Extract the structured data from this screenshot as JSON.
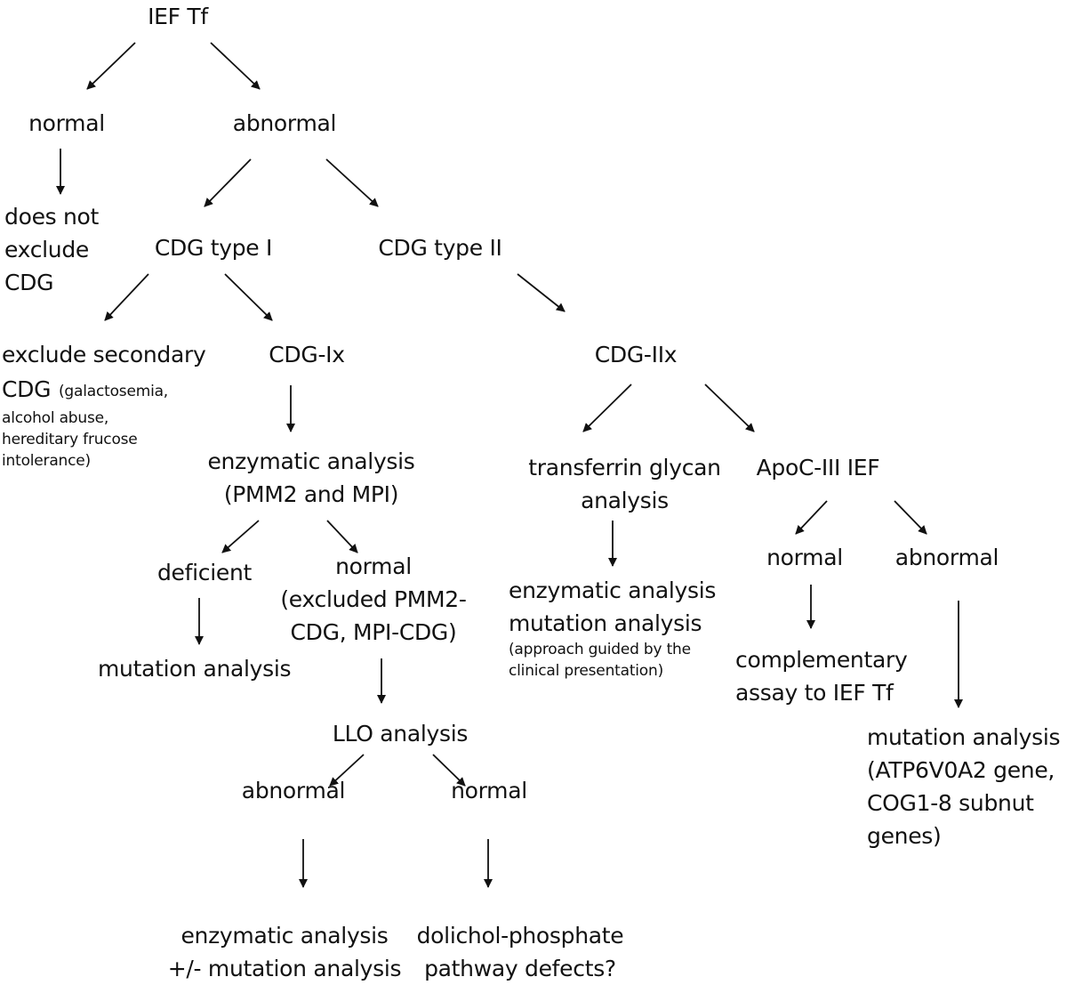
{
  "nodes": {
    "root": "IEF Tf",
    "normal_top": "normal",
    "abnormal_top": "abnormal",
    "not_exclude": "does not\nexclude\nCDG",
    "cdg1": "CDG type I",
    "cdg2": "CDG type II",
    "exclude_secondary": "exclude secondary",
    "cdg_word": "CDG",
    "secondary_note_1": "(galactosemia,",
    "secondary_note_2": "alcohol abuse,\nhereditary frucose\nintolerance)",
    "cdg1x": "CDG-Ix",
    "cdg2x": "CDG-IIx",
    "enzymatic_pmm": "enzymatic analysis\n(PMM2 and MPI)",
    "deficient": "deficient",
    "normal_excluded": "normal\n(excluded PMM2-\nCDG, MPI-CDG)",
    "mutation_analysis_1": "mutation analysis",
    "llo": "LLO analysis",
    "llo_abnormal": "abnormal",
    "llo_normal": "normal",
    "enzymatic_mutation": "enzymatic analysis\n+/- mutation analysis",
    "dolichol": "dolichol-phosphate\npathway defects?",
    "transferrin_glycan": "transferrin glycan\nanalysis",
    "apoc": "ApoC-III IEF",
    "enzymatic_mutation_2": "enzymatic analysis\nmutation analysis",
    "approach_note": "(approach guided by the\nclinical presentation)",
    "apoc_normal": "normal",
    "apoc_abnormal": "abnormal",
    "complementary": "complementary\nassay to IEF Tf",
    "mutation_atp": "mutation analysis\n(ATP6V0A2 gene,\nCOG1-8 subnut\ngenes)"
  },
  "arrows": [
    {
      "from": "root",
      "to": "normal_top"
    },
    {
      "from": "root",
      "to": "abnormal_top"
    },
    {
      "from": "normal_top",
      "to": "not_exclude"
    },
    {
      "from": "abnormal_top",
      "to": "cdg1"
    },
    {
      "from": "abnormal_top",
      "to": "cdg2"
    },
    {
      "from": "cdg1",
      "to": "exclude_secondary"
    },
    {
      "from": "cdg1",
      "to": "cdg1x"
    },
    {
      "from": "cdg2",
      "to": "cdg2x"
    },
    {
      "from": "cdg1x",
      "to": "enzymatic_pmm"
    },
    {
      "from": "enzymatic_pmm",
      "to": "deficient"
    },
    {
      "from": "enzymatic_pmm",
      "to": "normal_excluded"
    },
    {
      "from": "deficient",
      "to": "mutation_analysis_1"
    },
    {
      "from": "normal_excluded",
      "to": "llo"
    },
    {
      "from": "llo",
      "to": "llo_abnormal"
    },
    {
      "from": "llo",
      "to": "llo_normal"
    },
    {
      "from": "llo_abnormal",
      "to": "enzymatic_mutation"
    },
    {
      "from": "llo_normal",
      "to": "dolichol"
    },
    {
      "from": "cdg2x",
      "to": "transferrin_glycan"
    },
    {
      "from": "cdg2x",
      "to": "apoc"
    },
    {
      "from": "transferrin_glycan",
      "to": "enzymatic_mutation_2"
    },
    {
      "from": "apoc",
      "to": "apoc_normal"
    },
    {
      "from": "apoc",
      "to": "apoc_abnormal"
    },
    {
      "from": "apoc_normal",
      "to": "complementary"
    },
    {
      "from": "apoc_abnormal",
      "to": "mutation_atp"
    }
  ]
}
